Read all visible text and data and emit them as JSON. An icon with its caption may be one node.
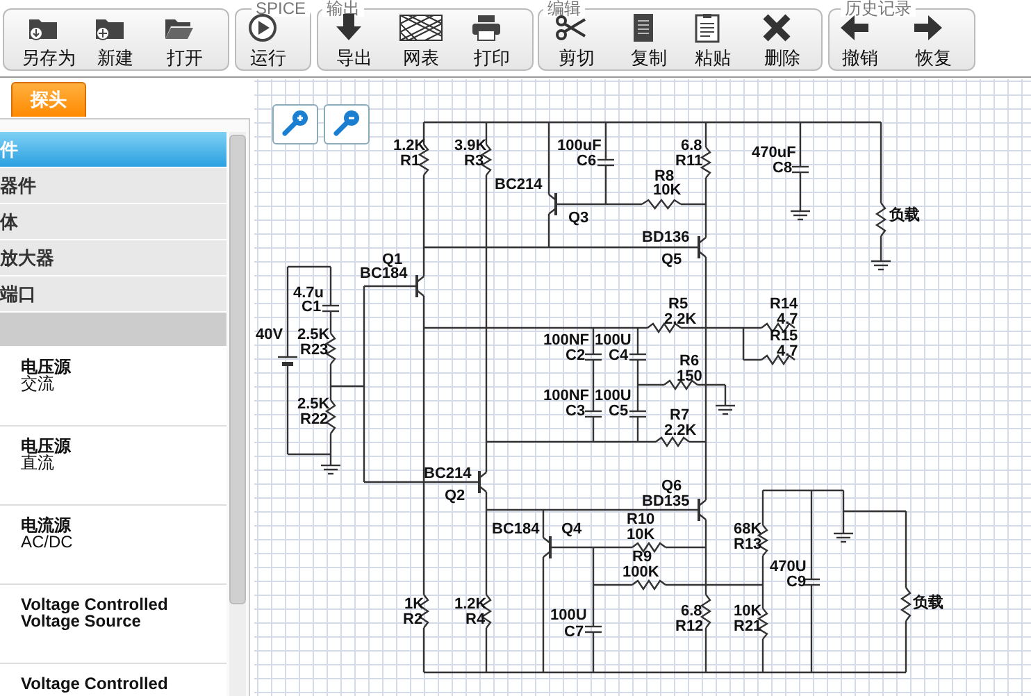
{
  "diagram": {
    "labels": [
      "另存为",
      "新建",
      "打开",
      "SPICE",
      "运行",
      "输出",
      "导出",
      "网表",
      "打印",
      "编辑",
      "剪切",
      "复制",
      "粘贴",
      "删除",
      "历史记录",
      "撤销",
      "恢复",
      "探头",
      "件",
      "器件",
      "体",
      "放大器",
      "端口",
      "电压源",
      "交流",
      "电压源",
      "直流",
      "电流源",
      "AC/DC",
      "Voltage Controlled Voltage Source",
      "Voltage Controlled",
      "1.2K",
      "R1",
      "3.9K",
      "R3",
      "100uF",
      "C6",
      "6.8",
      "R11",
      "470uF",
      "C8",
      "R8",
      "10K",
      "BC214",
      "Q3",
      "负载",
      "BD136",
      "Q1",
      "Q5",
      "BC184",
      "4.7u",
      "C1",
      "R5",
      "2.2K",
      "R14",
      "4.7",
      "40V",
      "2.5K",
      "R23",
      "100NF",
      "100U",
      "C2",
      "C4",
      "R15",
      "4.7",
      "R6",
      "150",
      "100NF",
      "100U",
      "C3",
      "C5",
      "2.5K",
      "R22",
      "R7",
      "2.2K",
      "BC214",
      "Q2",
      "Q6",
      "BD135",
      "BC184",
      "Q4",
      "R10",
      "10K",
      "68K",
      "R13",
      "R9",
      "100K",
      "470U",
      "C9",
      "负载",
      "1K",
      "R2",
      "1.2K",
      "R4",
      "6.8",
      "R12",
      "10K",
      "R21",
      "100U",
      "C7"
    ]
  }
}
